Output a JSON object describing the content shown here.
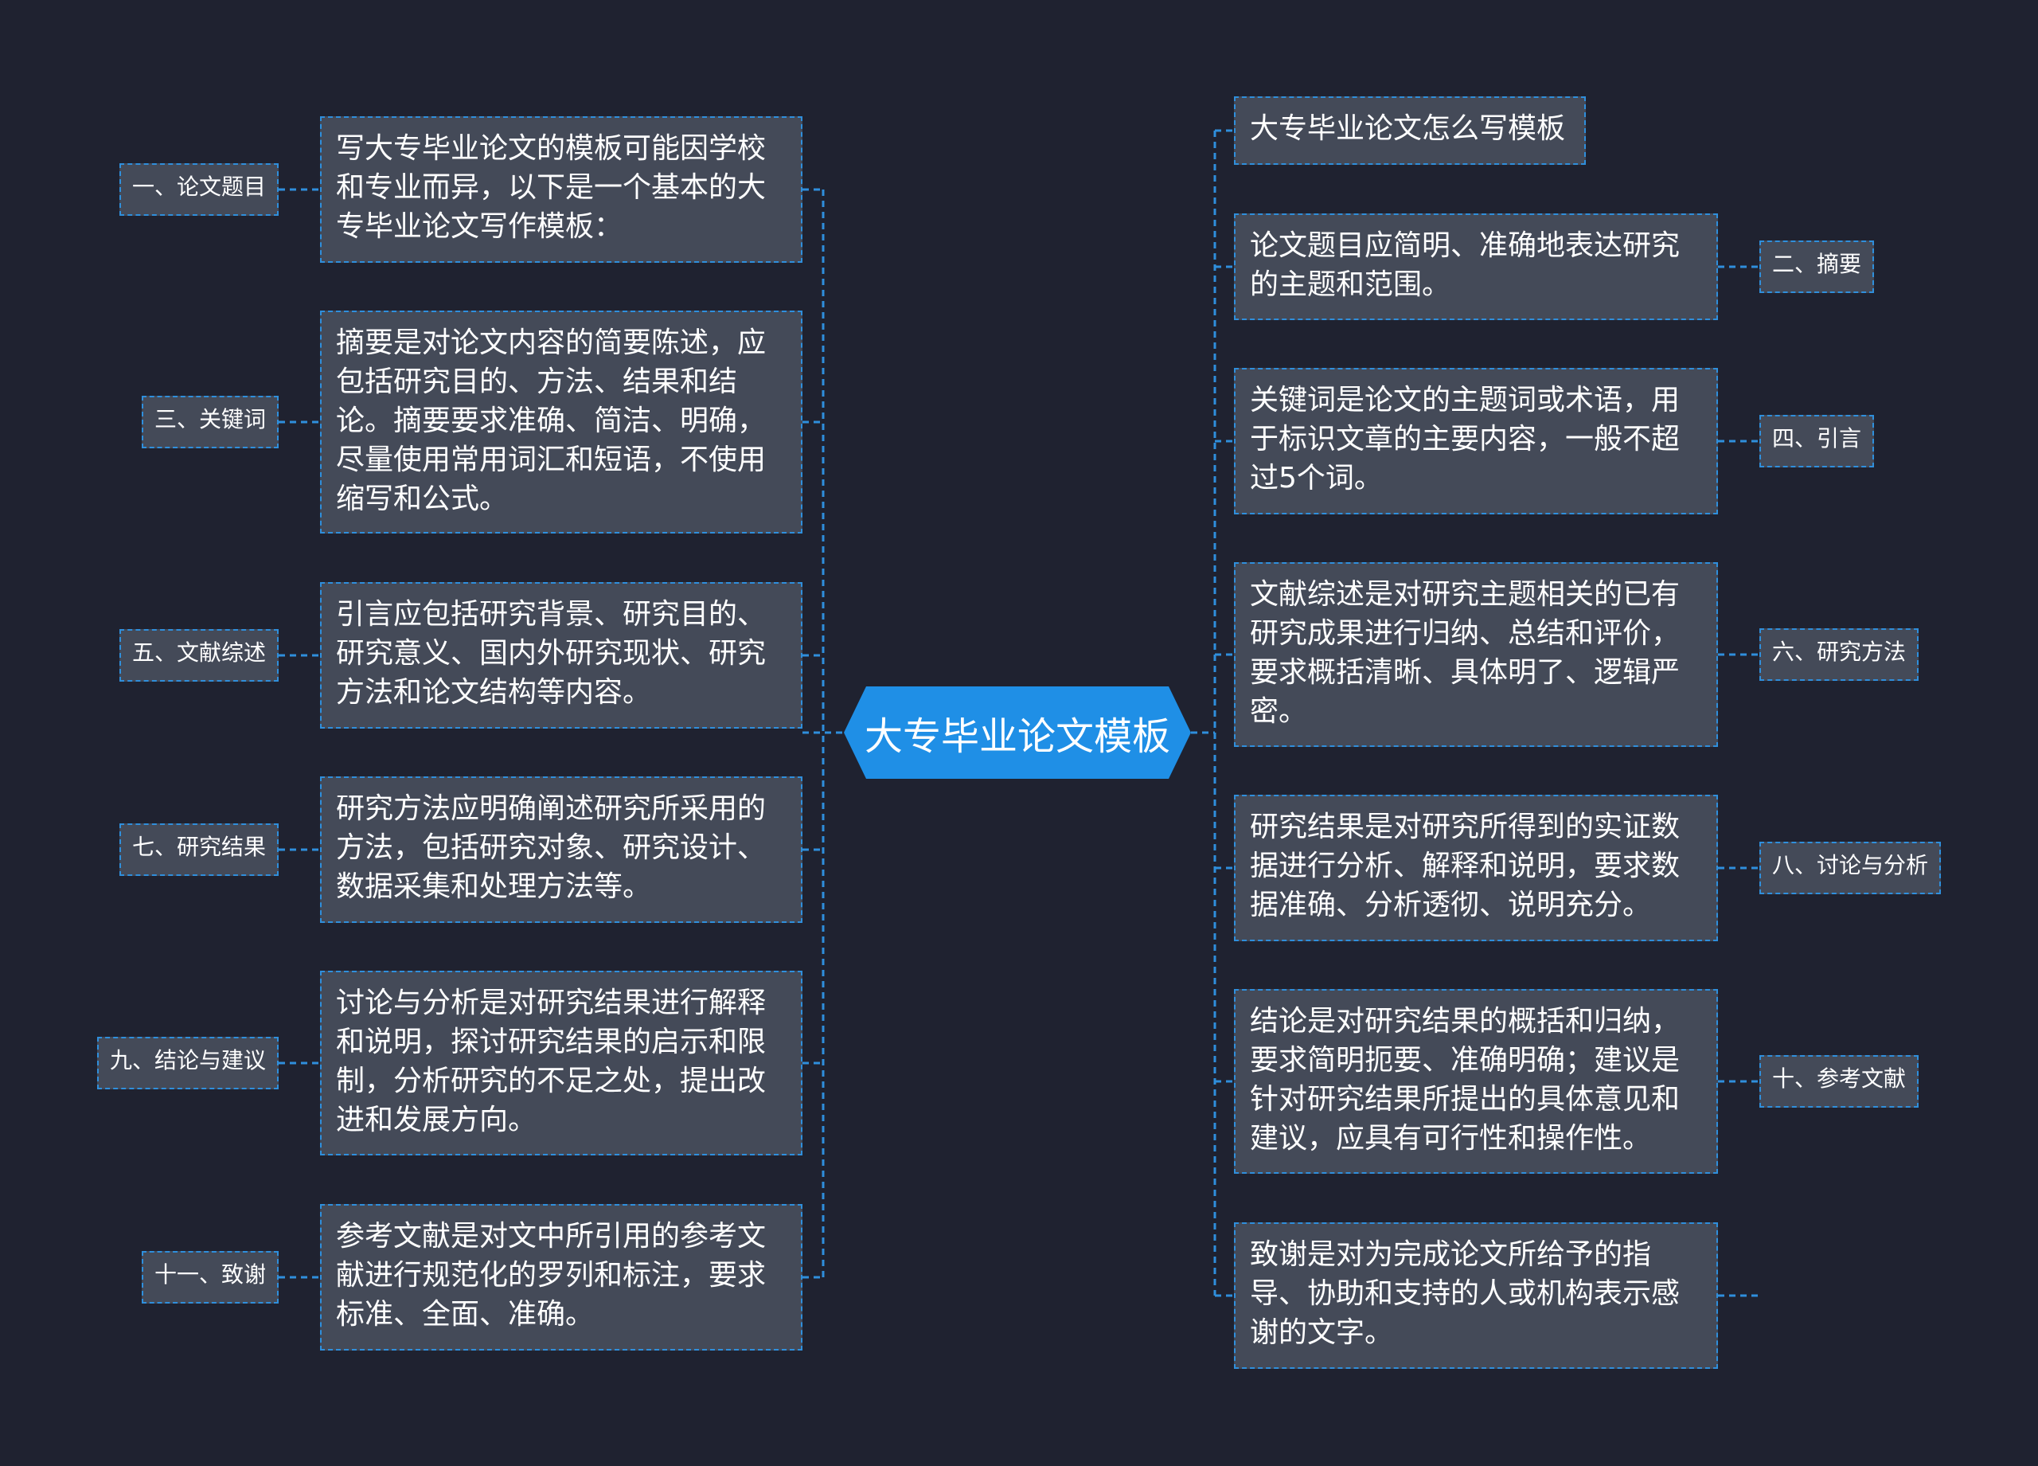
{
  "center": {
    "title": "大专毕业论文模板"
  },
  "left_branches": [
    {
      "label": "一、论文题目",
      "text": "写大专毕业论文的模板可能因学校和专业而异，以下是一个基本的大专毕业论文写作模板："
    },
    {
      "label": "三、关键词",
      "text": "摘要是对论文内容的简要陈述，应包括研究目的、方法、结果和结论。摘要要求准确、简洁、明确，尽量使用常用词汇和短语，不使用缩写和公式。"
    },
    {
      "label": "五、文献综述",
      "text": "引言应包括研究背景、研究目的、研究意义、国内外研究现状、研究方法和论文结构等内容。"
    },
    {
      "label": "七、研究结果",
      "text": "研究方法应明确阐述研究所采用的方法，包括研究对象、研究设计、数据采集和处理方法等。"
    },
    {
      "label": "九、结论与建议",
      "text": "讨论与分析是对研究结果进行解释和说明，探讨研究结果的启示和限制，分析研究的不足之处，提出改进和发展方向。"
    },
    {
      "label": "十一、致谢",
      "text": "参考文献是对文中所引用的参考文献进行规范化的罗列和标注，要求标准、全面、准确。"
    }
  ],
  "right_branches": [
    {
      "label": "",
      "text": "大专毕业论文怎么写模板"
    },
    {
      "label": "二、摘要",
      "text": "论文题目应简明、准确地表达研究的主题和范围。"
    },
    {
      "label": "四、引言",
      "text": "关键词是论文的主题词或术语，用于标识文章的主要内容，一般不超过5个词。"
    },
    {
      "label": "六、研究方法",
      "text": "文献综述是对研究主题相关的已有研究成果进行归纳、总结和评价，要求概括清晰、具体明了、逻辑严密。"
    },
    {
      "label": "八、讨论与分析",
      "text": "研究结果是对研究所得到的实证数据进行分析、解释和说明，要求数据准确、分析透彻、说明充分。"
    },
    {
      "label": "十、参考文献",
      "text": "结论是对研究结果的概括和归纳，要求简明扼要、准确明确；建议是针对研究结果所提出的具体意见和建议，应具有可行性和操作性。"
    },
    {
      "label": "",
      "text": "致谢是对为完成论文所给予的指导、协助和支持的人或机构表示感谢的文字。"
    }
  ],
  "colors": {
    "background": "#1f2230",
    "node_fill": "#444a58",
    "connector": "#2f8fdc",
    "center_fill": "#1f8fe6"
  }
}
